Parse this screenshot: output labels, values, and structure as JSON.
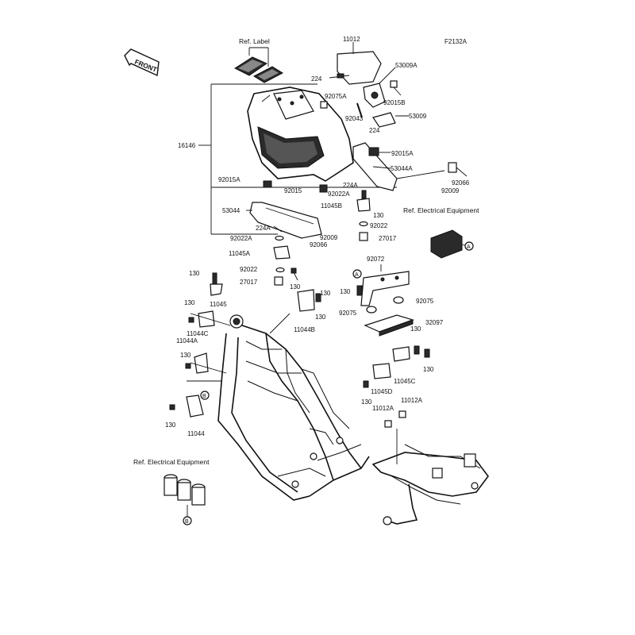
{
  "figure_code": "F2132A",
  "front_arrow": "FRONT",
  "ref_label": "Ref. Label",
  "ref_electrical": "Ref. Electrical Equipment",
  "circle_a": "A",
  "circle_b": "B",
  "labels": {
    "p11012": "11012",
    "p53009A": "53009A",
    "p224_top": "224",
    "p92015B": "92015B",
    "p92075A": "92075A",
    "p92043": "92043",
    "p53009": "53009",
    "p224_mid": "224",
    "p16146": "16146",
    "p92015A_r": "92015A",
    "p53044A": "53044A",
    "p92066_r": "92066",
    "p92009_r": "92009",
    "p92015A_l": "92015A",
    "p92015": "92015",
    "p224A_r": "224A",
    "p92022A_r": "92022A",
    "p11045B": "11045B",
    "p130_a": "130",
    "p53044": "53044",
    "p92022_r": "92022",
    "p224A_l": "224A",
    "p27017_r": "27017",
    "p92022A_l": "92022A",
    "p92009_l": "92009",
    "p92066_l": "92066",
    "p11045A": "11045A",
    "p92072": "92072",
    "p92022_l": "92022",
    "p130_b": "130",
    "p27017_l": "27017",
    "p130_c": "130",
    "p130_d": "130",
    "p11045": "11045",
    "p130_e": "130",
    "p92075_r": "92075",
    "p92075_l": "92075",
    "p130_f": "130",
    "p11044C": "11044C",
    "p11044B": "11044B",
    "p130_g": "130",
    "p32097": "32097",
    "p11044A": "11044A",
    "p130_h": "130",
    "p130_i": "130",
    "p130_j": "130",
    "p11045C": "11045C",
    "p11045D": "11045D",
    "p130_k": "130",
    "p11012A_r": "11012A",
    "p11012A_l": "11012A",
    "p130_l": "130",
    "p11044": "11044"
  }
}
